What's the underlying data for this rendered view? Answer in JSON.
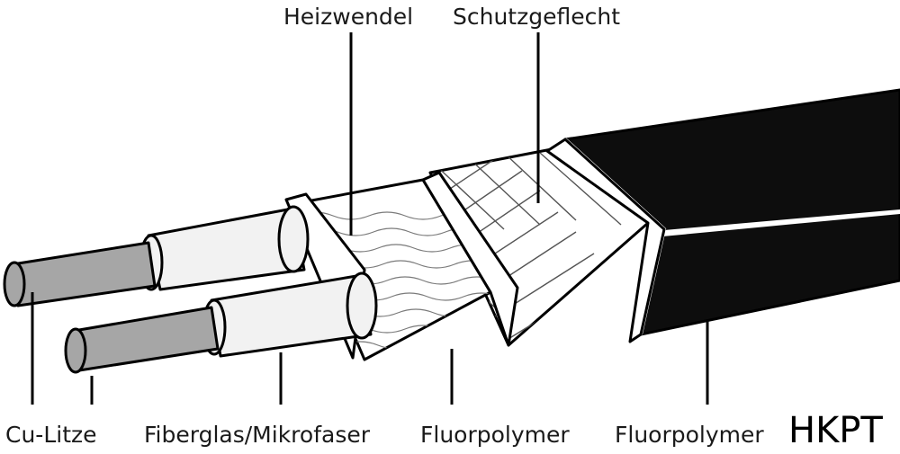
{
  "labels": {
    "heating_wire": "Heizwendel",
    "protective_braid": "Schutzgeflecht",
    "copper_strand": "Cu-Litze",
    "fiberglass": "Fiberglas/Mikrofaser",
    "inner_jacket": "Fluorpolymer",
    "outer_jacket": "Fluorpolymer"
  },
  "product": "HKPT",
  "colors": {
    "copper": "#a6a6a6",
    "insulation": "#f2f2f2",
    "jacket": "#0d0d0d",
    "line": "#000000"
  }
}
